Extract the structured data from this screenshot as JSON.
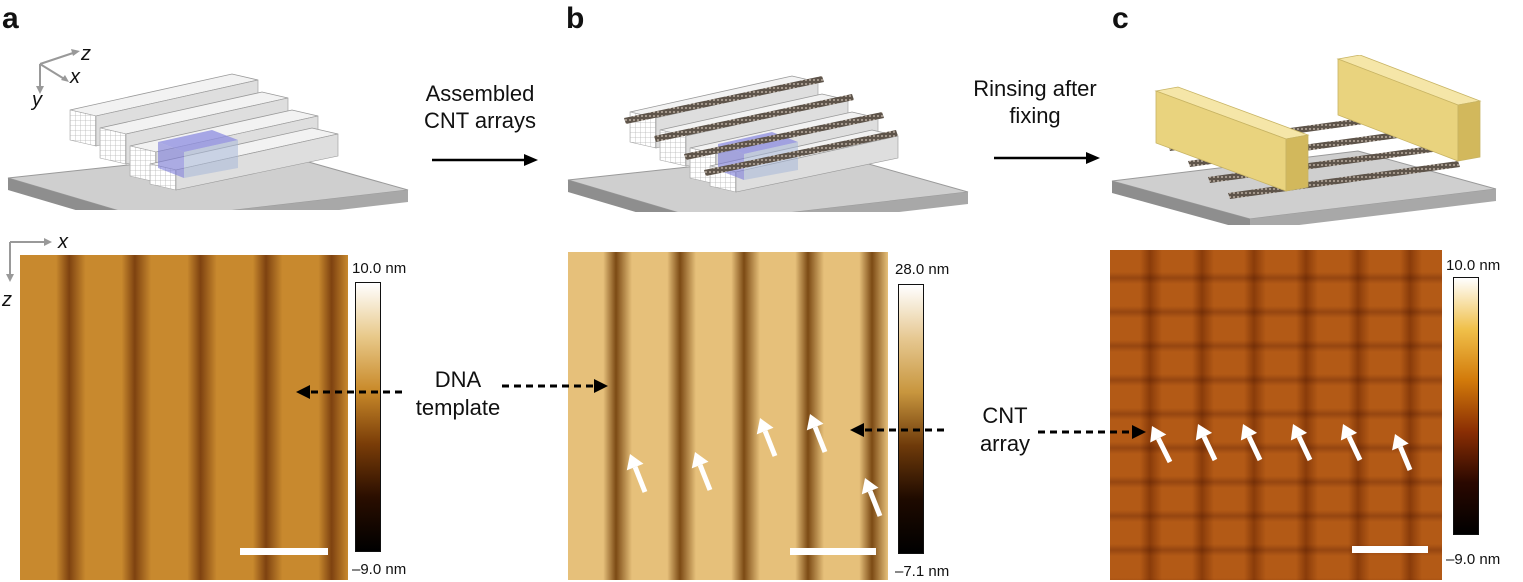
{
  "panels": {
    "a": {
      "letter": "a",
      "axes_top": [
        "z",
        "x",
        "y"
      ],
      "axes_afm": [
        "x",
        "z"
      ],
      "colorbar": {
        "max": "10.0 nm",
        "min": "–9.0 nm",
        "gradient": [
          "#ffffff",
          "#e8c98a",
          "#c98a2a",
          "#7a3d08",
          "#2a0e00",
          "#000000"
        ]
      },
      "afm_colors": {
        "light": "#c8892e",
        "dark": "#7e4210"
      }
    },
    "b": {
      "letter": "b",
      "colorbar": {
        "max": "28.0 nm",
        "min": "–7.1 nm",
        "gradient": [
          "#ffffff",
          "#e6c891",
          "#c8963e",
          "#6e3a0a",
          "#1e0a00",
          "#000000"
        ]
      },
      "afm_colors": {
        "light": "#e6c07a",
        "dark": "#7c4a14"
      }
    },
    "c": {
      "letter": "c",
      "colorbar": {
        "max": "10.0 nm",
        "min": "–9.0 nm",
        "gradient": [
          "#ffffff",
          "#f0c04a",
          "#d27a0a",
          "#8a2e04",
          "#2a0800",
          "#000000"
        ]
      },
      "afm_colors": {
        "light": "#b35a16",
        "dark": "#8a3c0a"
      }
    }
  },
  "steps": {
    "step1": {
      "line1": "Assembled",
      "line2": "CNT arrays"
    },
    "step2": {
      "line1": "Rinsing after",
      "line2": "fixing"
    }
  },
  "annotations": {
    "dna": {
      "line1": "DNA",
      "line2": "template"
    },
    "cnt": {
      "line1": "CNT",
      "line2": "array"
    }
  },
  "colors": {
    "substrate": "#c9c9c9",
    "electrode": "#f1dc8c",
    "selection": "#7b7bd8",
    "cnt": "#6b6055"
  }
}
